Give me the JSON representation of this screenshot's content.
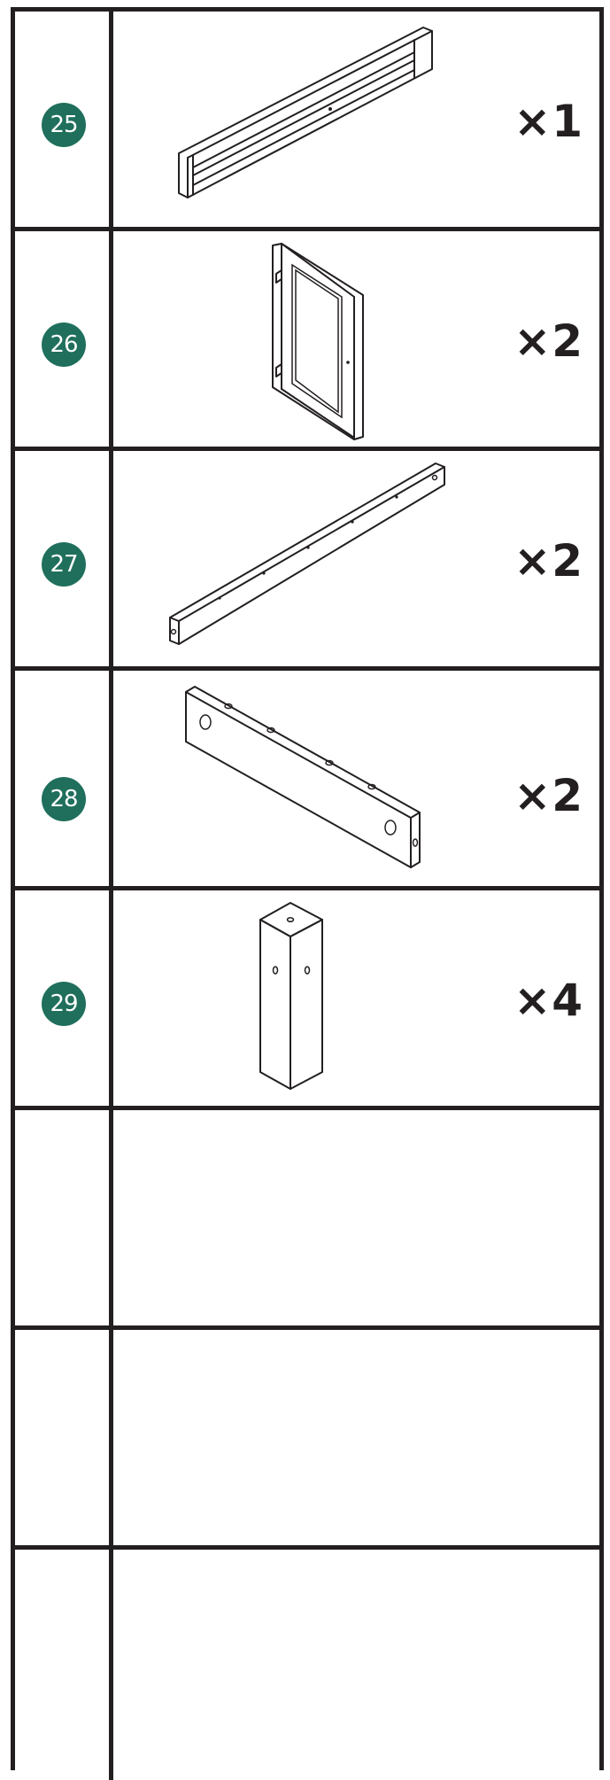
{
  "parts": [
    {
      "number": "25",
      "quantity": "×1",
      "icon": "front-rail-panel-icon"
    },
    {
      "number": "26",
      "quantity": "×2",
      "icon": "glass-door-icon"
    },
    {
      "number": "27",
      "quantity": "×2",
      "icon": "long-rail-icon"
    },
    {
      "number": "28",
      "quantity": "×2",
      "icon": "side-beam-icon"
    },
    {
      "number": "29",
      "quantity": "×4",
      "icon": "leg-post-icon"
    }
  ],
  "colors": {
    "badge": "#1f6f5c",
    "line": "#231f20"
  }
}
